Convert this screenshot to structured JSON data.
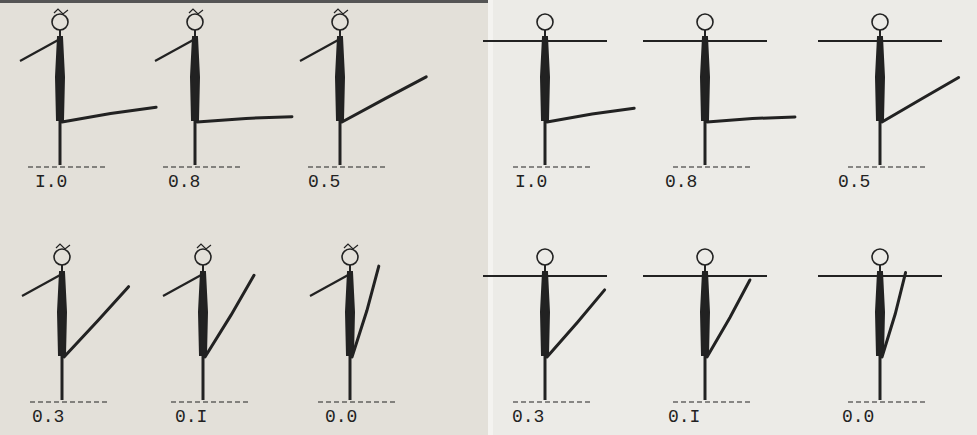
{
  "diagram": {
    "labels": [
      "I.0",
      "0.8",
      "0.5",
      "0.3",
      "0.I",
      "0.0",
      "I.0",
      "0.8",
      "0.5",
      "0.3",
      "0.I",
      "0.0"
    ]
  }
}
